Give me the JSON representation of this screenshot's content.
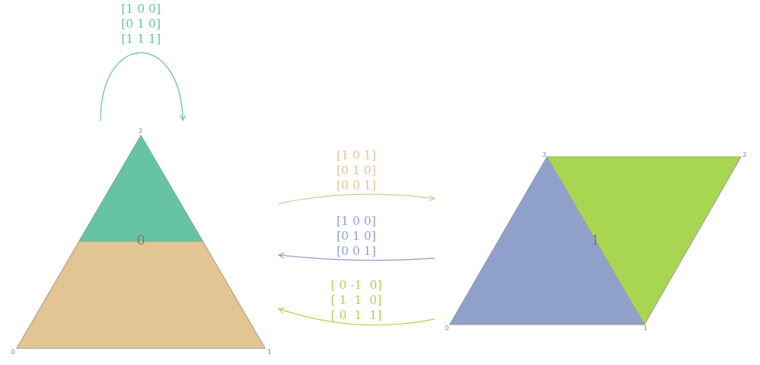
{
  "colors": {
    "green": "#66c4a5",
    "orange": "#e3c593",
    "blue": "#8fa1cb",
    "lime": "#a8d650",
    "edge": "#9a9a9a"
  },
  "left_complex": {
    "cell_label": "0",
    "vertex_labels": {
      "v0": "0",
      "v1": "1",
      "v2": "2"
    }
  },
  "right_complex": {
    "cell_label": "1",
    "vertex_labels": {
      "v0": "0",
      "v1": "1",
      "v2": "2",
      "v3": "3"
    }
  },
  "matrices": {
    "self_loop": {
      "rows": [
        "[1 0 0]",
        "[0 1 0]",
        "[1 1 1]"
      ]
    },
    "left_to_right": {
      "rows": [
        "[1 0 1]",
        "[0 1 0]",
        "[0 0 1]"
      ]
    },
    "right_to_left_a": {
      "rows": [
        "[1 0 0]",
        "[0 1 0]",
        "[0 0 1]"
      ]
    },
    "right_to_left_b": {
      "rows": [
        "[ 0 -1  0]",
        "[ 1  1  0]",
        "[ 0  1  1]"
      ]
    }
  }
}
